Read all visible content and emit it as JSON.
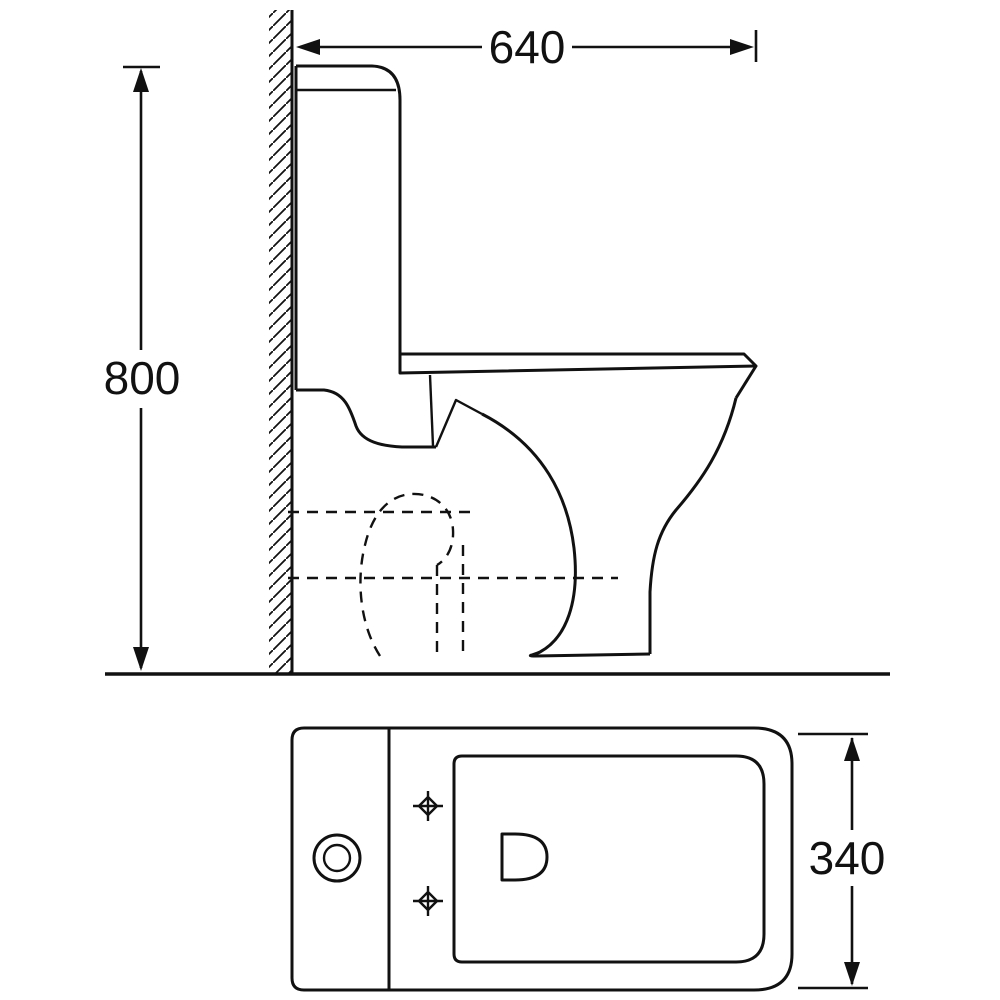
{
  "diagram": {
    "dimension_labels": {
      "width": "640",
      "height": "800",
      "depth": "340"
    },
    "colors": {
      "line": "#111111",
      "background": "#ffffff"
    }
  }
}
